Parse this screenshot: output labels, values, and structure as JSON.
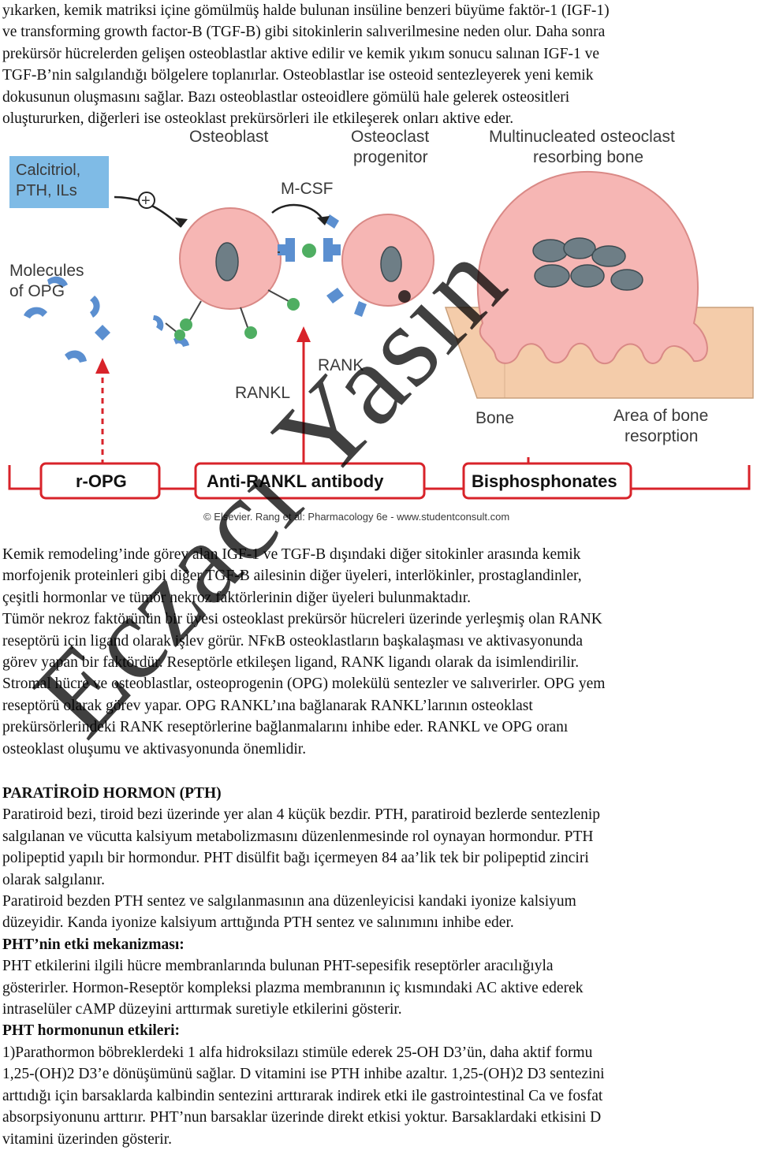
{
  "intro": {
    "lines": [
      "yıkarken, kemik matriksi içine gömülmüş halde bulunan insüline benzeri büyüme faktör-1 (IGF-1)",
      "ve transforming growth factor-B (TGF-B) gibi sitokinlerin salıverilmesine neden olur. Daha sonra",
      "prekürsör hücrelerden gelişen osteoblastlar aktive edilir ve kemik yıkım sonucu salınan IGF-1 ve",
      "TGF-B’nin salgılandığı bölgelere toplanırlar. Osteoblastlar ise osteoid sentezleyerek yeni kemik",
      "dokusunun oluşmasını sağlar. Bazı osteoblastlar osteoidlere gömülü hale gelerek osteositleri",
      "oluştururken, diğerleri ise osteoklast prekürsörleri ile etkileşerek onları aktive eder."
    ]
  },
  "figure": {
    "labels": {
      "osteoblast": "Osteoblast",
      "osteoclast_1": "Osteoclast",
      "osteoclast_2": "progenitor",
      "multinucleated_1": "Multinucleated osteoclast",
      "multinucleated_2": "resorbing bone",
      "calcitriol_1": "Calcitriol,",
      "calcitriol_2": "PTH, ILs",
      "plus": "+",
      "mcsf": "M-CSF",
      "molecules_1": "Molecules",
      "molecules_2": "of OPG",
      "rank": "RANK",
      "rankl": "RANKL",
      "bone": "Bone",
      "area_1": "Area of bone",
      "area_2": "resorption",
      "ropg": "r-OPG",
      "antirankl": "Anti-RANKL antibody",
      "bisphosphonates": "Bisphosphonates",
      "copyright": "© Elsevier. Rang et al: Pharmacology 6e - www.studentconsult.com"
    },
    "colors": {
      "cell_fill": "#f6b6b4",
      "cell_stroke": "#d98986",
      "nucleus": "#6e7e86",
      "receptor_blue": "#5b8fd0",
      "ligand_green": "#4fae62",
      "arrow_red": "#d8232a",
      "bone_fill": "#f4ccaa",
      "box_blue": "#7fbbe6"
    }
  },
  "body": {
    "p1": [
      "Kemik remodeling’inde görev alan IGF-1 ve TGF-B dışındaki diğer sitokinler arasında kemik",
      "morfojenik proteinleri gibi diğer TGF-B ailesinin diğer üyeleri, interlökinler, prostaglandinler,",
      "çeşitli hormonlar ve tümör nekroz faktörlerinin diğer üyeleri bulunmaktadır.",
      "Tümör nekroz faktörünün bir üyesi osteoklast prekürsör hücreleri üzerinde yerleşmiş olan RANK",
      "reseptörü için ligand olarak işlev görür. NFκB osteoklastların başkalaşması ve aktivasyonunda",
      "görev yapan bir faktördür. Reseptörle etkileşen ligand, RANK ligandı olarak da isimlendirilir.",
      "Stromal hücre ve osteoblastlar, osteoprogenin (OPG) molekülü sentezler ve salıverirler. OPG yem",
      "reseptörü olarak görev yapar. OPG RANKL’ına bağlanarak RANKL’larının osteoklast",
      "prekürsörlerindeki RANK reseptörlerine bağlanmalarını inhibe eder. RANKL ve OPG oranı",
      "osteoklast oluşumu ve aktivasyonunda önemlidir."
    ],
    "heading_pth": "PARATİROİD HORMON (PTH)",
    "p2": [
      "Paratiroid bezi, tiroid bezi üzerinde yer alan 4 küçük bezdir. PTH, paratiroid bezlerde sentezlenip",
      "salgılanan ve vücutta kalsiyum metabolizmasını düzenlenmesinde rol oynayan hormondur. PTH",
      "polipeptid yapılı bir hormondur. PHT disülfit bağı içermeyen 84 aa’lik tek bir polipeptid zinciri",
      "olarak salgılanır.",
      "Paratiroid bezden PTH sentez ve salgılanmasının ana düzenleyicisi kandaki iyonize kalsiyum",
      "düzeyidir. Kanda iyonize kalsiyum arttığında PTH sentez ve salınımını inhibe eder."
    ],
    "heading_mech": "PHT’nin etki mekanizması:",
    "p3": [
      "PHT etkilerini ilgili hücre membranlarında bulunan PHT-sepesifik reseptörler aracılığıyla",
      "gösterirler. Hormon-Reseptör kompleksi plazma membranının iç kısmındaki AC aktive ederek",
      "intraselüler cAMP düzeyini arttırmak suretiyle etkilerini gösterir."
    ],
    "heading_effects": "PHT hormonunun etkileri:",
    "p4": [
      "1)Parathormon böbreklerdeki 1 alfa hidroksilazı stimüle ederek 25-OH D3’ün, daha aktif formu",
      "1,25-(OH)2 D3’e dönüşümünü sağlar. D vitamini ise PTH inhibe azaltır. 1,25-(OH)2 D3 sentezini",
      "arttıdığı için barsaklarda kalbindin sentezini arttırarak  indirek etki ile gastrointestinal Ca ve fosfat",
      "absorpsiyonunu arttırır. PHT’nun barsaklar üzerinde direkt etkisi yoktur. Barsaklardaki etkisini D",
      "vitamini üzerinden gösterir."
    ]
  },
  "watermark": {
    "text": "Eczacı Yasin"
  }
}
